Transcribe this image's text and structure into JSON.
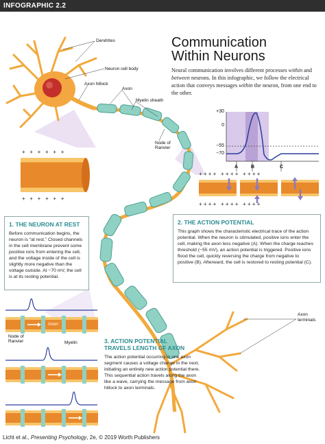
{
  "header": {
    "label": "INFOGRAPHIC 2.2"
  },
  "title": {
    "line1": "Communication",
    "line2": "Within Neurons"
  },
  "intro": {
    "part1": "Neural communication involves different processes ",
    "within": "within",
    "part2": " and ",
    "between": "between",
    "part3": " neurons. In this infographic, we follow the electrical action that conveys messages ",
    "within2": "within",
    "part4": " the neuron, from one end to the other."
  },
  "labels": {
    "dendrites": "Dendrites",
    "cell_body": "Neuron cell body",
    "axon_hillock": "Axon hillock",
    "axon": "Axon",
    "myelin_sheath": "Myelin sheath",
    "node_of_ranvier_1": "Node of",
    "node_of_ranvier_2": "Ranvier",
    "axon_terminals_1": "Axon",
    "axon_terminals_2": "terminals"
  },
  "graph": {
    "y_ticks": [
      "+30",
      "0",
      "−55",
      "−70"
    ],
    "phase_labels": [
      "A",
      "B",
      "C"
    ]
  },
  "box1": {
    "number": "1.",
    "title": "THE NEURON AT REST",
    "body": "Before communication begins, the neuron is “at rest.” Closed channels in the cell membrane prevent some positive ions from entering the cell, and the voltage inside of the cell is slightly more negative than the voltage outside. At −70 mV, the cell is at its resting potential."
  },
  "box2": {
    "number": "2.",
    "title": "THE ACTION POTENTIAL",
    "body": "This graph shows the characteristic electrical trace of the action potential. When the neuron is stimulated, positive ions enter the cell, making the axon less negative (A). When the charge reaches threshold (−55 mV), an action potential is triggered. Positive ions flood the cell, quickly reversing the charge from negative to positive (B). Afterward, the cell is restored to resting potential (C)."
  },
  "box3": {
    "number": "3.",
    "title_line1": "ACTION POTENTIAL",
    "title_line2": "TRAVELS LENGTH OF AXON",
    "body": "The action potential occurring in one axon segment causes a voltage change in the next, initiating an entirely new action potential there. This sequential action travels along the axon like a wave, carrying the message from axon hillock to axon terminals."
  },
  "fig3_labels": {
    "axon": "Axon",
    "node_1": "Node of",
    "node_2": "Ranvier",
    "myelin": "Myelin"
  },
  "credit": {
    "prefix": "Licht et al., ",
    "book": "Presenting Psychology",
    "suffix": ", 2e, © 2019 Worth Publishers"
  },
  "colors": {
    "header_bg": "#2f2f2f",
    "accent_teal": "#2a8c91",
    "myelin": "#8fd1c3",
    "axon_orange": "#f2a93b",
    "highlight_purple": "#d9c9ea",
    "trace_blue": "#2a3d9c"
  }
}
